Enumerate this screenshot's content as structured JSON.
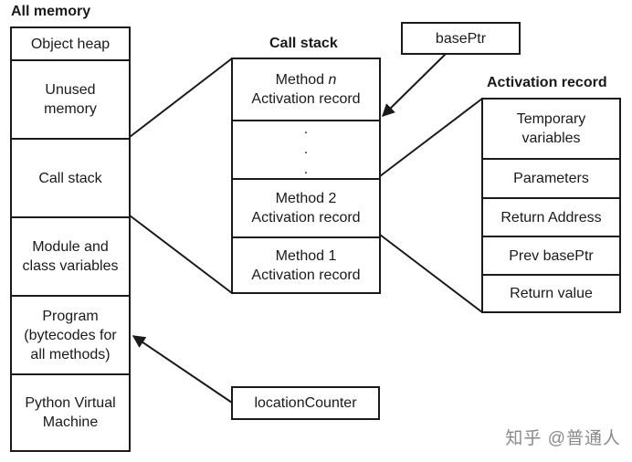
{
  "memory": {
    "title": "All memory",
    "cells": [
      {
        "lines": [
          "Object heap"
        ]
      },
      {
        "lines": [
          "Unused",
          "memory"
        ]
      },
      {
        "lines": [
          "Call stack"
        ]
      },
      {
        "lines": [
          "Module and",
          "class variables"
        ]
      },
      {
        "lines": [
          "Program",
          "(bytecodes for",
          "all methods)"
        ]
      },
      {
        "lines": [
          "Python Virtual",
          "Machine"
        ]
      }
    ]
  },
  "call_stack": {
    "title": "Call stack",
    "method_n": {
      "prefix": "Method ",
      "var": "n",
      "sub": "Activation record"
    },
    "dots": [
      ".",
      ".",
      "."
    ],
    "method_2": [
      "Method 2",
      "Activation record"
    ],
    "method_1": [
      "Method 1",
      "Activation record"
    ]
  },
  "base_ptr": {
    "label": "basePtr"
  },
  "activation_record": {
    "title": "Activation record",
    "fields": [
      {
        "lines": [
          "Temporary",
          "variables"
        ]
      },
      {
        "lines": [
          "Parameters"
        ]
      },
      {
        "lines": [
          "Return Address"
        ]
      },
      {
        "lines": [
          "Prev basePtr"
        ]
      },
      {
        "lines": [
          "Return value"
        ]
      }
    ]
  },
  "location_counter": {
    "label": "locationCounter"
  },
  "watermark": {
    "text": "知乎 @普通人"
  }
}
